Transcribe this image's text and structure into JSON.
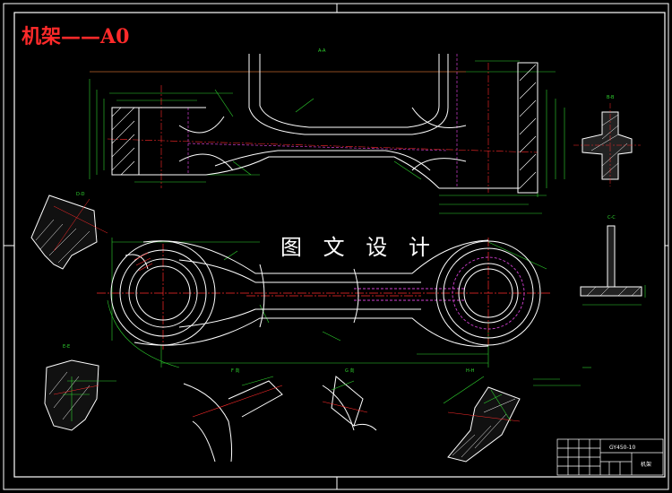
{
  "title": "机架——A0",
  "watermark": "图 文 设 计",
  "section_labels": {
    "a_a": "A-A",
    "b_b": "B-B",
    "c_c": "C-C",
    "d_d": "D-D",
    "e_e": "E-E",
    "f_view": "F 向",
    "g_view": "G 向",
    "h_h": "H-H"
  },
  "title_block": {
    "drawing_no": "GY450-10",
    "name": "机架"
  },
  "colors": {
    "background": "#000000",
    "outline": "#ffffff",
    "dimension": "#2fd42f",
    "centerline": "#ff2a2a",
    "hidden": "#d040d0",
    "title": "#ff2a2a"
  }
}
